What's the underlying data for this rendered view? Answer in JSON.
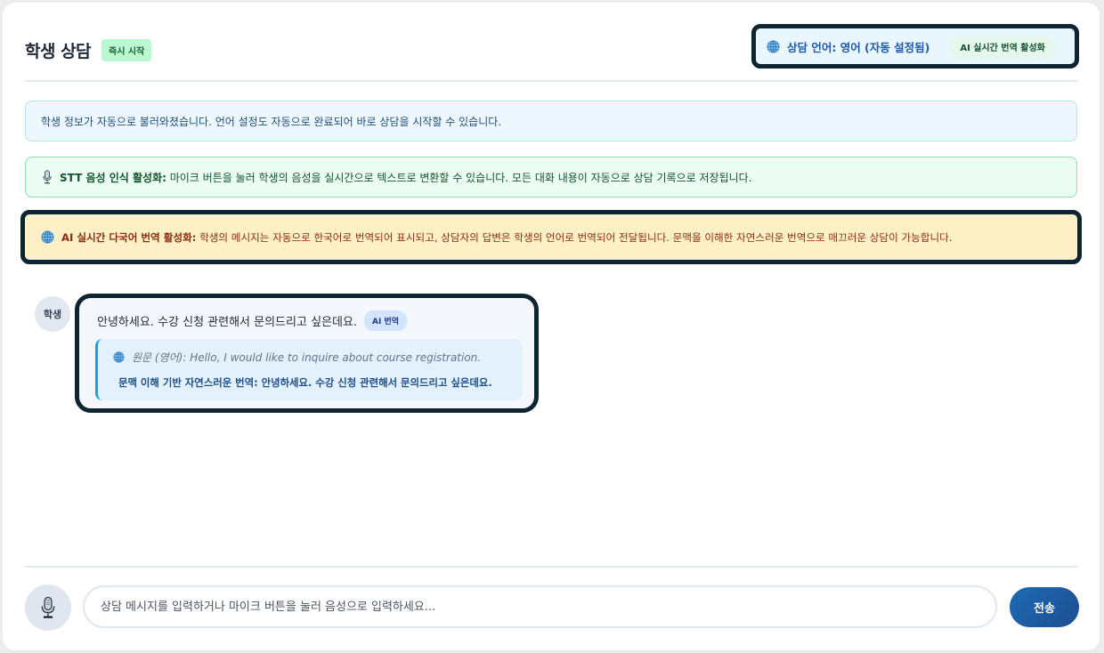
{
  "header": {
    "title": "학생 상담",
    "status_badge": "즉시 시작",
    "language_label": "상담 언어: 영어 (자동 설정됨)",
    "translation_badge": "AI 실시간 번역 활성화",
    "icon": "globe-icon"
  },
  "notices": {
    "info": {
      "text": "학생 정보가 자동으로 불러와졌습니다. 언어 설정도 자동으로 완료되어 바로 상담을 시작할 수 있습니다."
    },
    "stt": {
      "icon": "microphone-icon",
      "title": "STT 음성 인식 활성화:",
      "text": " 마이크 버튼을 눌러 학생의 음성을 실시간으로 텍스트로 변환할 수 있습니다. 모든 대화 내용이 자동으로 상담 기록으로 저장됩니다."
    },
    "ai_translation": {
      "icon": "globe-icon",
      "title": "AI 실시간 다국어 번역 활성화:",
      "text": " 학생의 메시지는 자동으로 한국어로 번역되어 표시되고, 상담자의 답변은 학생의 언어로 번역되어 전달됩니다. 문맥을 이해한 자연스러운 번역으로 매끄러운 상담이 가능합니다."
    }
  },
  "messages": [
    {
      "sender": "학생",
      "text": "안녕하세요. 수강 신청 관련해서 문의드리고 싶은데요.",
      "badge": "AI 번역",
      "original": "원문 (영어): Hello, I would like to inquire about course registration.",
      "translation": "문맥 이해 기반 자연스러운 번역: 안녕하세요. 수강 신청 관련해서 문의드리고 싶은데요."
    }
  ],
  "composer": {
    "placeholder": "상담 메시지를 입력하거나 마이크 버튼을 눌러 음성으로 입력하세요...",
    "value": "",
    "send_label": "전송",
    "mic_icon": "microphone-icon"
  },
  "colors": {
    "accent": "#1e5aa8",
    "send_button": "#1d6bb5",
    "info_bg": "#eef7fe",
    "stt_bg": "#ecfdf3",
    "ai_bg": "#fdf0c7",
    "highlight_border": "#0e2431"
  }
}
